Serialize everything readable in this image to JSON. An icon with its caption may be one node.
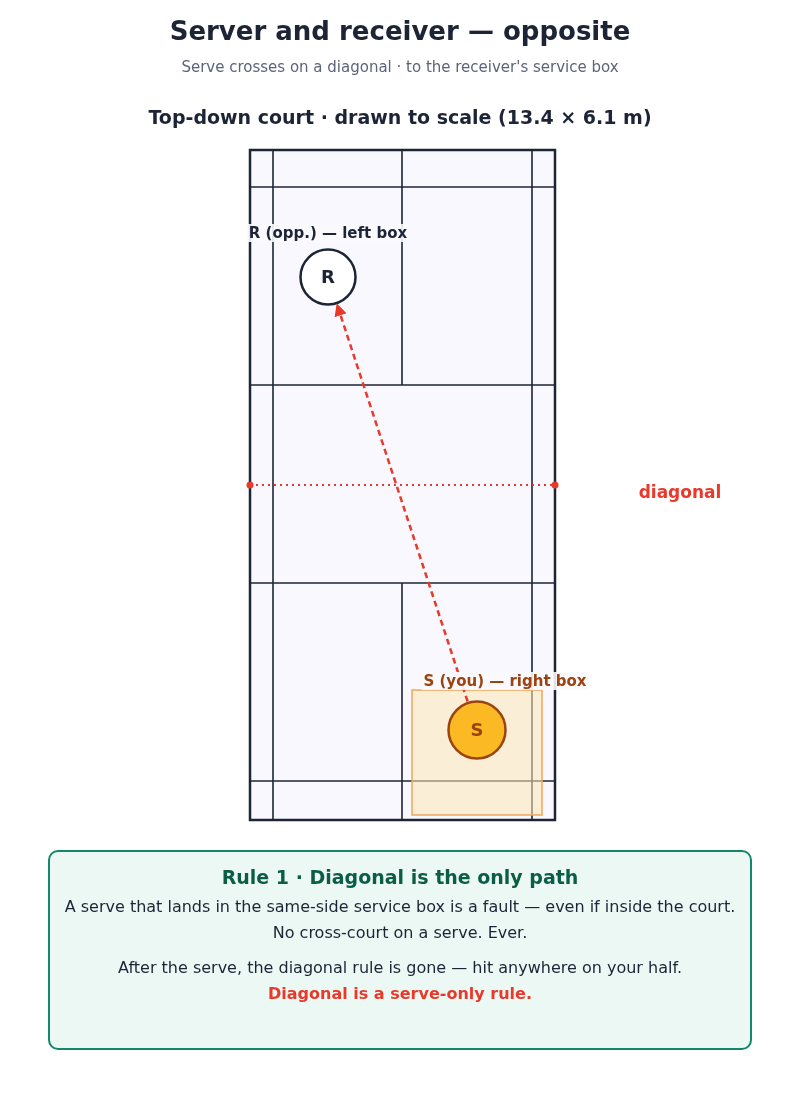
{
  "diagram": {
    "title": "Server and receiver — opposite",
    "nodes": [
      {
        "text": [
          "R"
        ],
        "beside": [
          "R (opp.) — left box"
        ]
      },
      {
        "text": [
          "S"
        ],
        "beside": [
          "S (you) — right box"
        ]
      },
      {
        "text": [
          "Rule 1 · Diagonal is the only path",
          "A serve that lands in the same-side service box is a fault — even if inside the court. No cross-court on a serve. Ever.",
          "After the serve, the diagonal rule is gone — hit anywhere on your half.",
          "Diagonal is a serve-only rule."
        ]
      }
    ],
    "edges": [
      {
        "from": 1,
        "to": 0,
        "arrow": "to",
        "style": "dashed",
        "color": "#e8392b"
      }
    ],
    "labels": [
      "Serve crosses on a diagonal · to the receiver's service box",
      "Top-down court · drawn to scale (13.4 × 6.1 m)",
      "diagonal"
    ]
  }
}
